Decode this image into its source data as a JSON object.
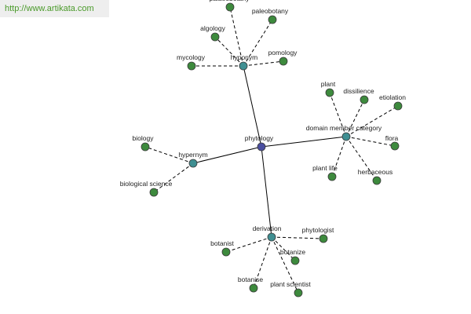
{
  "watermark": "http://www.artikata.com",
  "colors": {
    "root": "#4a4ea0",
    "relation": "#3f8f92",
    "leaf": "#3d8a3d",
    "edge": "#000000"
  },
  "nodes": [
    {
      "id": "phytology",
      "label": "phytology",
      "kind": "root"
    },
    {
      "id": "hyponym",
      "label": "hyponym",
      "kind": "relation"
    },
    {
      "id": "domain",
      "label": "domain member category",
      "kind": "relation"
    },
    {
      "id": "hypernym",
      "label": "hypernym",
      "kind": "relation"
    },
    {
      "id": "derivation",
      "label": "derivation",
      "kind": "relation"
    },
    {
      "id": "paleobotany",
      "label": "paleobotany",
      "kind": "leaf"
    },
    {
      "id": "algology",
      "label": "algology",
      "kind": "leaf"
    },
    {
      "id": "mycology",
      "label": "mycology",
      "kind": "leaf"
    },
    {
      "id": "pomology",
      "label": "pomology",
      "kind": "leaf"
    },
    {
      "id": "palaeobotany",
      "label": "palaeobotany",
      "kind": "leaf"
    },
    {
      "id": "plant",
      "label": "plant",
      "kind": "leaf"
    },
    {
      "id": "dissilience",
      "label": "dissilience",
      "kind": "leaf"
    },
    {
      "id": "etiolation",
      "label": "etiolation",
      "kind": "leaf"
    },
    {
      "id": "flora",
      "label": "flora",
      "kind": "leaf"
    },
    {
      "id": "plantlife",
      "label": "plant life",
      "kind": "leaf"
    },
    {
      "id": "herbaceous",
      "label": "herbaceous",
      "kind": "leaf"
    },
    {
      "id": "biology",
      "label": "biology",
      "kind": "leaf"
    },
    {
      "id": "biosci",
      "label": "biological science",
      "kind": "leaf"
    },
    {
      "id": "botanist",
      "label": "botanist",
      "kind": "leaf"
    },
    {
      "id": "phytologist",
      "label": "phytologist",
      "kind": "leaf"
    },
    {
      "id": "botanize",
      "label": "botanize",
      "kind": "leaf"
    },
    {
      "id": "botanise",
      "label": "botanise",
      "kind": "leaf"
    },
    {
      "id": "plantscientist",
      "label": "plant scientist",
      "kind": "leaf"
    }
  ],
  "edges": [
    {
      "from": "phytology",
      "to": "hyponym",
      "style": "solid"
    },
    {
      "from": "phytology",
      "to": "domain",
      "style": "solid"
    },
    {
      "from": "phytology",
      "to": "hypernym",
      "style": "solid"
    },
    {
      "from": "phytology",
      "to": "derivation",
      "style": "solid"
    },
    {
      "from": "hyponym",
      "to": "paleobotany",
      "style": "dashed"
    },
    {
      "from": "hyponym",
      "to": "algology",
      "style": "dashed"
    },
    {
      "from": "hyponym",
      "to": "mycology",
      "style": "dashed"
    },
    {
      "from": "hyponym",
      "to": "pomology",
      "style": "dashed"
    },
    {
      "from": "hyponym",
      "to": "palaeobotany",
      "style": "dashed"
    },
    {
      "from": "domain",
      "to": "plant",
      "style": "dashed"
    },
    {
      "from": "domain",
      "to": "dissilience",
      "style": "dashed"
    },
    {
      "from": "domain",
      "to": "etiolation",
      "style": "dashed"
    },
    {
      "from": "domain",
      "to": "flora",
      "style": "dashed"
    },
    {
      "from": "domain",
      "to": "plantlife",
      "style": "dashed"
    },
    {
      "from": "domain",
      "to": "herbaceous",
      "style": "dashed"
    },
    {
      "from": "hypernym",
      "to": "biology",
      "style": "dashed"
    },
    {
      "from": "hypernym",
      "to": "biosci",
      "style": "dashed"
    },
    {
      "from": "derivation",
      "to": "botanist",
      "style": "dashed"
    },
    {
      "from": "derivation",
      "to": "phytologist",
      "style": "dashed"
    },
    {
      "from": "derivation",
      "to": "botanize",
      "style": "dashed"
    },
    {
      "from": "derivation",
      "to": "botanise",
      "style": "dashed"
    },
    {
      "from": "derivation",
      "to": "plantscientist",
      "style": "dashed"
    }
  ]
}
